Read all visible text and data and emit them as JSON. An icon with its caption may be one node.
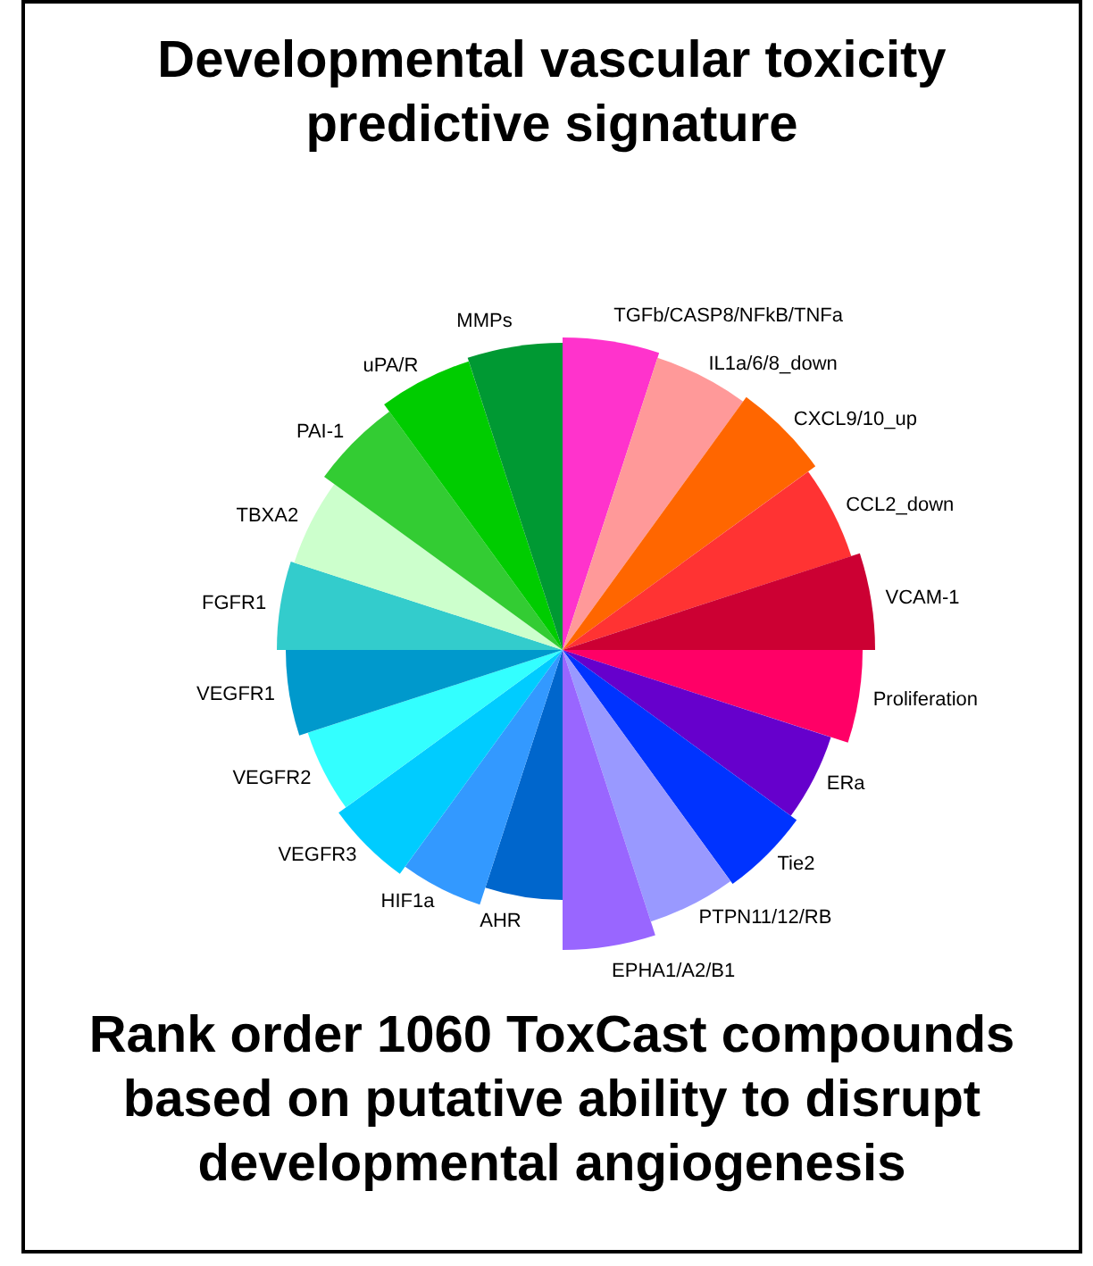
{
  "diagram": {
    "title": "Developmental vascular toxicity predictive signature",
    "caption": "Rank order 1060 ToxCast compounds based on putative ability to disrupt developmental angiogenesis",
    "labels": [
      "TGFb/CASP8/NFkB/TNFa",
      "IL1a/6/8_down",
      "CXCL9/10_up",
      "CCL2_down",
      "VCAM-1",
      "Proliferation",
      "ERa",
      "Tie2",
      "PTPN11/12/RB",
      "EPHA1/A2/B1",
      "AHR",
      "HIF1a",
      "VEGFR3",
      "VEGFR2",
      "VEGFR1",
      "FGFR1",
      "TBXA2",
      "PAI-1",
      "uPA/R",
      "MMPs"
    ]
  }
}
